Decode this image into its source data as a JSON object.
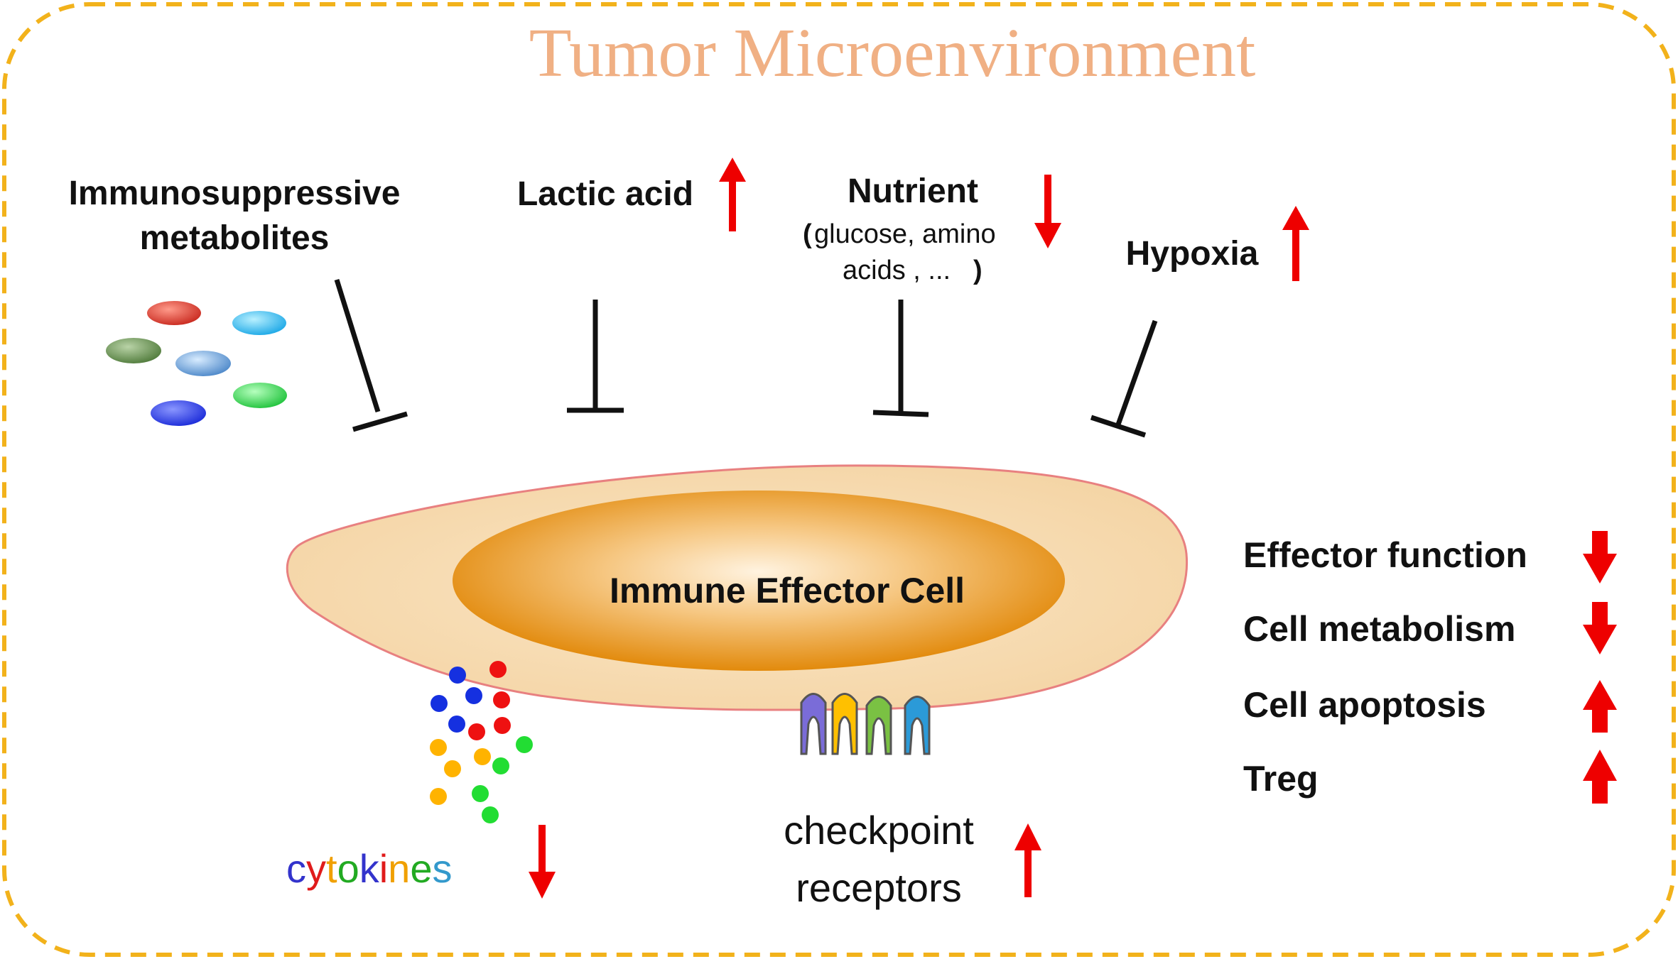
{
  "title": "Tumor Microenvironment",
  "factors": {
    "immunosuppressive": {
      "line1": "Immunosuppressive",
      "line2": "metabolites"
    },
    "lactic_acid": {
      "label": "Lactic acid",
      "trend": "up"
    },
    "nutrient": {
      "label": "Nutrient",
      "detail_open": "(",
      "detail_line1": "glucose, amino",
      "detail_line2": "acids , ...",
      "detail_close": ")",
      "trend": "down"
    },
    "hypoxia": {
      "label": "Hypoxia",
      "trend": "up"
    }
  },
  "cell": {
    "label": "Immune Effector Cell"
  },
  "cytokines": {
    "letters": [
      {
        "ch": "c",
        "color": "#3333cc"
      },
      {
        "ch": "y",
        "color": "#e01b1b"
      },
      {
        "ch": "t",
        "color": "#f0a000"
      },
      {
        "ch": "o",
        "color": "#22aa22"
      },
      {
        "ch": "k",
        "color": "#3333cc"
      },
      {
        "ch": "i",
        "color": "#e01b1b"
      },
      {
        "ch": "n",
        "color": "#f0a000"
      },
      {
        "ch": "e",
        "color": "#22aa22"
      },
      {
        "ch": "s",
        "color": "#3399cc"
      }
    ],
    "trend": "down"
  },
  "checkpoint": {
    "line1": "checkpoint",
    "line2": "receptors",
    "trend": "up"
  },
  "outcomes": [
    {
      "label": "Effector function",
      "trend": "down"
    },
    {
      "label": "Cell metabolism",
      "trend": "down"
    },
    {
      "label": "Cell apoptosis",
      "trend": "up"
    },
    {
      "label": "Treg",
      "trend": "up"
    }
  ],
  "colors": {
    "frame": "#f2b21b",
    "title": "#f0b084",
    "arrow": "#ee0000",
    "inhibitor": "#111111",
    "cell_outer": "#f6d9ae",
    "cell_outer_stroke": "#e88080",
    "nucleus_center": "#fff0d8",
    "nucleus_edge": "#e38e10"
  }
}
